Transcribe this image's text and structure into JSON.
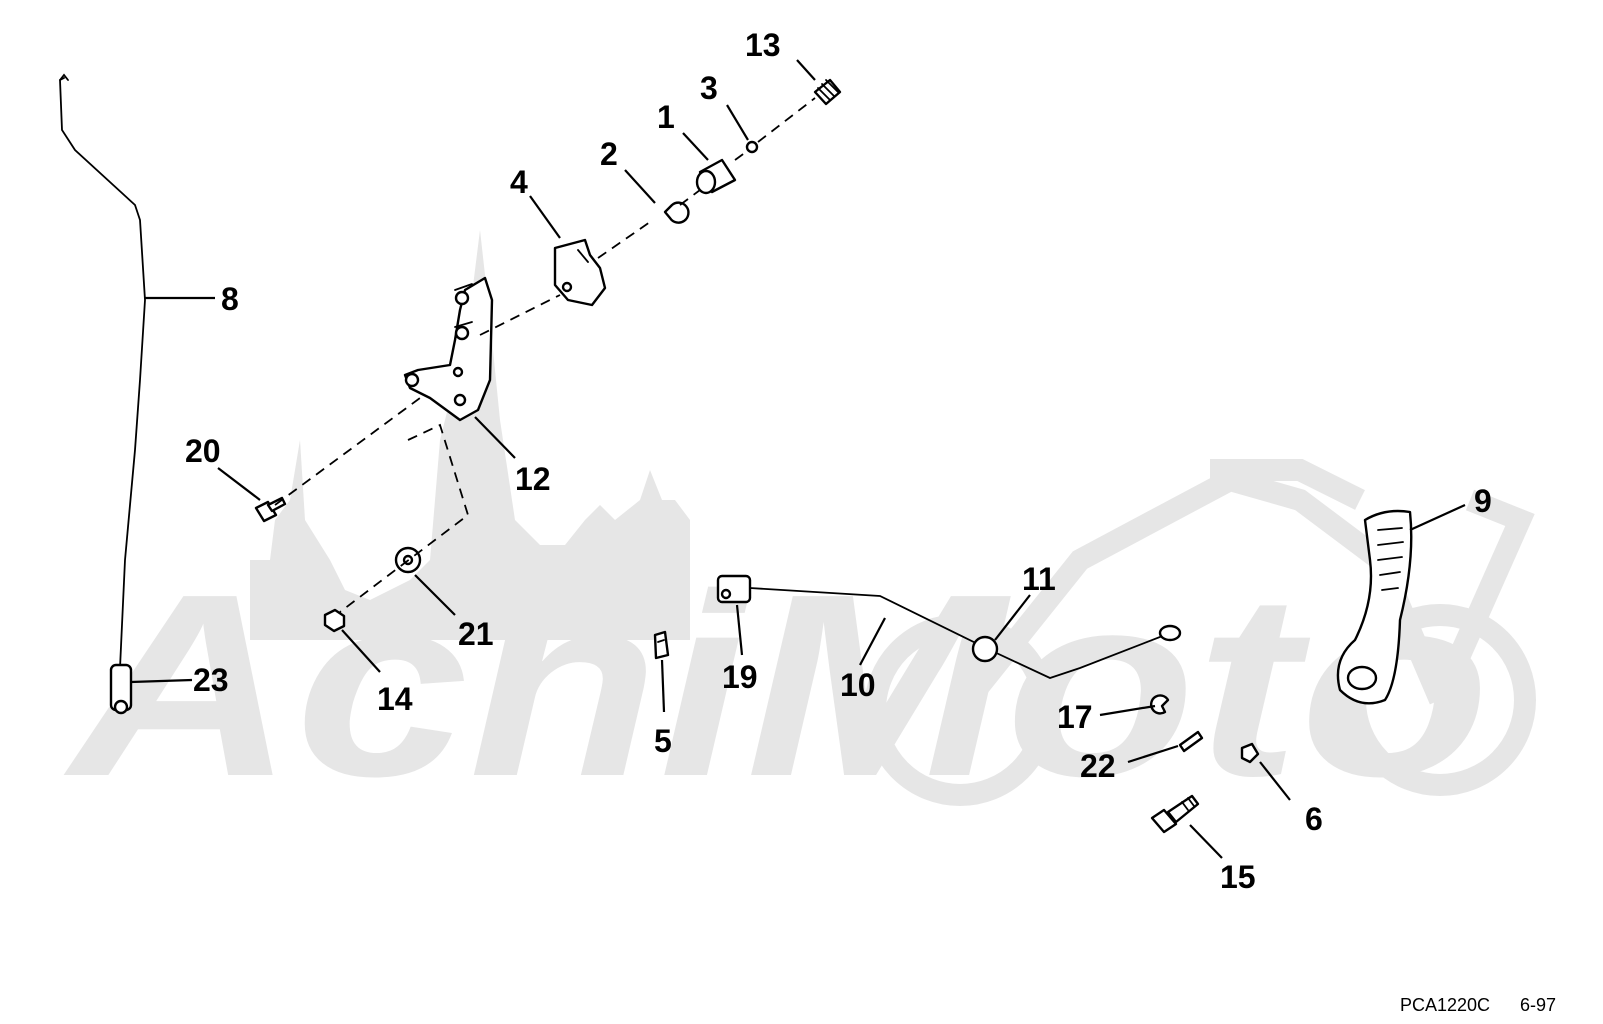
{
  "callouts": [
    {
      "id": "1",
      "text": "1"
    },
    {
      "id": "2",
      "text": "2"
    },
    {
      "id": "3",
      "text": "3"
    },
    {
      "id": "4",
      "text": "4"
    },
    {
      "id": "5",
      "text": "5"
    },
    {
      "id": "6",
      "text": "6"
    },
    {
      "id": "8",
      "text": "8"
    },
    {
      "id": "9",
      "text": "9"
    },
    {
      "id": "10",
      "text": "10"
    },
    {
      "id": "11",
      "text": "11"
    },
    {
      "id": "12",
      "text": "12"
    },
    {
      "id": "13",
      "text": "13"
    },
    {
      "id": "14",
      "text": "14"
    },
    {
      "id": "15",
      "text": "15"
    },
    {
      "id": "17",
      "text": "17"
    },
    {
      "id": "19",
      "text": "19"
    },
    {
      "id": "20",
      "text": "20"
    },
    {
      "id": "21",
      "text": "21"
    },
    {
      "id": "22",
      "text": "22"
    },
    {
      "id": "23",
      "text": "23"
    }
  ],
  "footer": {
    "code": "PCA1220C",
    "date": "6-97"
  },
  "watermark": {
    "text": "AchiMoto",
    "color": "#e6e6e6"
  }
}
